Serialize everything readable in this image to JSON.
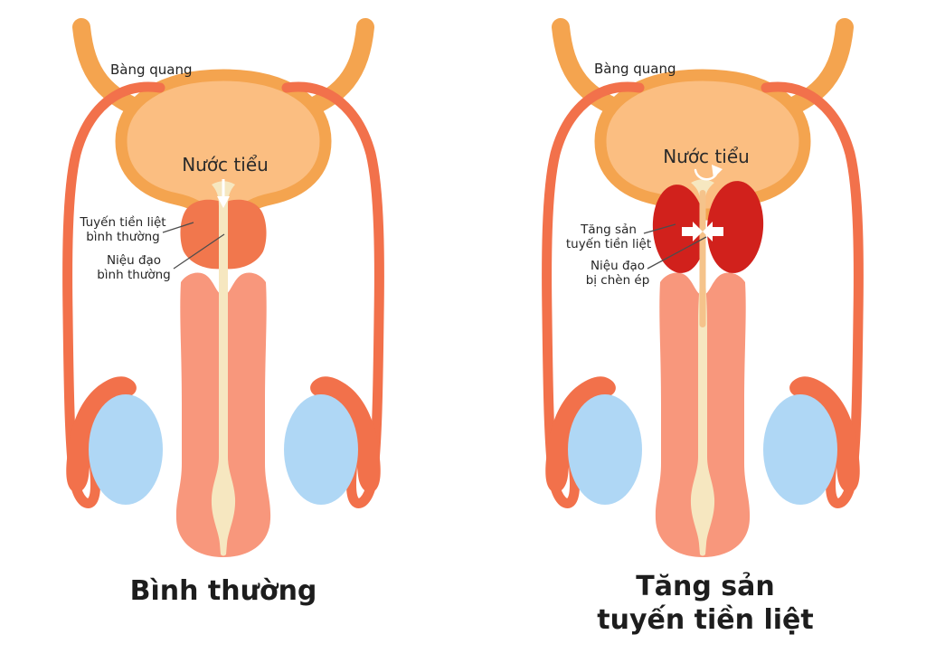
{
  "figure_type": "medical-anatomy-diagram",
  "topic": "Normal prostate vs benign prostatic hyperplasia (Vietnamese labels)",
  "palette": {
    "background": "#ffffff",
    "bladder_fill": "#fbbe81",
    "bladder_outline": "#f4a44f",
    "ureter": "#f4a44f",
    "vas_deferens": "#f2714b",
    "epididymis": "#f2714b",
    "testicle": "#afd7f5",
    "shaft": "#f8977c",
    "urethra_cream": "#f6e7c0",
    "urethra_compressed": "#f5c38b",
    "prostate_normal": "#f1774d",
    "prostate_enlarged": "#d1211c",
    "leader_line": "#4d4d4d",
    "arrow": "#ffffff",
    "text": "#222222"
  },
  "icons": {
    "left_panel_flow": "down-arrow-icon",
    "right_panel_flow": "swirl-arrow-icon",
    "right_panel_pressure": "compress-arrows-icon"
  },
  "panels": [
    {
      "id": "normal",
      "bladder_label": "Bàng quang",
      "urine_label": "Nước tiểu",
      "callouts": [
        {
          "text": "Tuyến tiền liệt\nbình thường",
          "points_to": "prostate"
        },
        {
          "text": "Niệu đạo\nbình thường",
          "points_to": "urethra"
        }
      ],
      "caption": "Bình thường"
    },
    {
      "id": "hyperplasia",
      "bladder_label": "Bàng quang",
      "urine_label": "Nước tiểu",
      "callouts": [
        {
          "text": "Tăng sản\ntuyến tiền liệt",
          "points_to": "enlarged-prostate"
        },
        {
          "text": "Niệu đạo\nbị chèn ép",
          "points_to": "compressed-urethra"
        }
      ],
      "caption": "Tăng sản\ntuyến tiền liệt"
    }
  ]
}
